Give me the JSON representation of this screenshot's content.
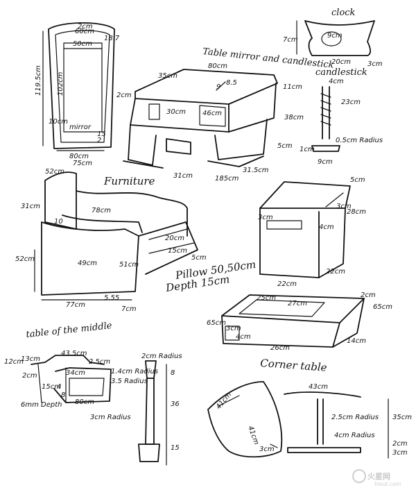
{
  "titles": {
    "table_mirror_candlestick": "Table mirror and candlestick",
    "clock": "clock",
    "candlestick": "candlestick",
    "furniture": "Furniture",
    "pillow": "Pillow 50,50cm",
    "pillow_depth": "Depth 15cm",
    "table_middle": "table of the middle",
    "corner_table": "Corner table"
  },
  "mirror": {
    "top_inner": "2cm",
    "top_width": "60cm",
    "inner_width": "50cm",
    "height": "119.5cm",
    "inner_height": "102cm",
    "side": "18.7",
    "mirror_label": "mirror",
    "bottom": "10cm",
    "small_h": "15",
    "small_b": "2",
    "width": "80cm"
  },
  "vanity": {
    "top_width": "80cm",
    "depth": "35cm",
    "edge": "2cm",
    "angle": "9",
    "angle2": "8.5",
    "drawer_left": "30cm",
    "drawer_right": "46cm",
    "side_h": "11cm",
    "height": "38cm",
    "foot": "5cm",
    "leg_gap": "31cm",
    "leg_w": "31.5cm",
    "base": "185cm"
  },
  "clock": {
    "height": "7cm",
    "face": "9cm",
    "width": "20cm",
    "edge": "3cm"
  },
  "candle": {
    "top": "4cm",
    "height": "23cm",
    "radius": "0.5cm Radius",
    "foot": "1cm",
    "base": "9cm"
  },
  "sofa": {
    "arm_w": "52cm",
    "arm_top": "75cm",
    "back_h": "31cm",
    "seat": "78cm",
    "arm_off": "10",
    "height": "52cm",
    "front": "49cm",
    "side": "51cm",
    "drawer_h": "20cm",
    "drawer_d": "15cm",
    "leg": "5cm",
    "width": "77cm",
    "bottom": "5.55",
    "foot": "7cm"
  },
  "box": {
    "top": "5cm",
    "height": "28cm",
    "handle": "3cm",
    "front_h": "4cm",
    "side": "3cm",
    "width": "22cm",
    "depth": "22cm"
  },
  "low_table": {
    "top_edge": "25cm",
    "top_w": "27cm",
    "edge": "2cm",
    "height_r": "65cm",
    "height_l": "65cm",
    "leg": "3cm",
    "leg_w": "4cm",
    "width": "26cm",
    "depth": "14cm"
  },
  "middle_table": {
    "top": "43.5cm",
    "edge": "2.5cm",
    "left": "12cm",
    "left2": "13cm",
    "d1": "2cm",
    "length": "34cm",
    "r1": "1.4cm Radius",
    "r2": "3.5 Radius",
    "bottom": "80cm",
    "depth": "6mm Depth",
    "a": "4",
    "b": "8",
    "c": "15cm"
  },
  "pedestal": {
    "top": "2cm Radius",
    "r": "3cm Radius",
    "h1": "36",
    "h2": "15",
    "h3": "8"
  },
  "corner": {
    "width": "43cm",
    "r1": "41cm",
    "r2": "41cm",
    "r3": "3cm",
    "stem": "2.5cm Radius",
    "base_r": "4cm Radius",
    "height": "35cm",
    "foot1": "2cm",
    "foot2": "3cm"
  },
  "watermark": {
    "text": "火星网",
    "url": "hxsd.com"
  }
}
